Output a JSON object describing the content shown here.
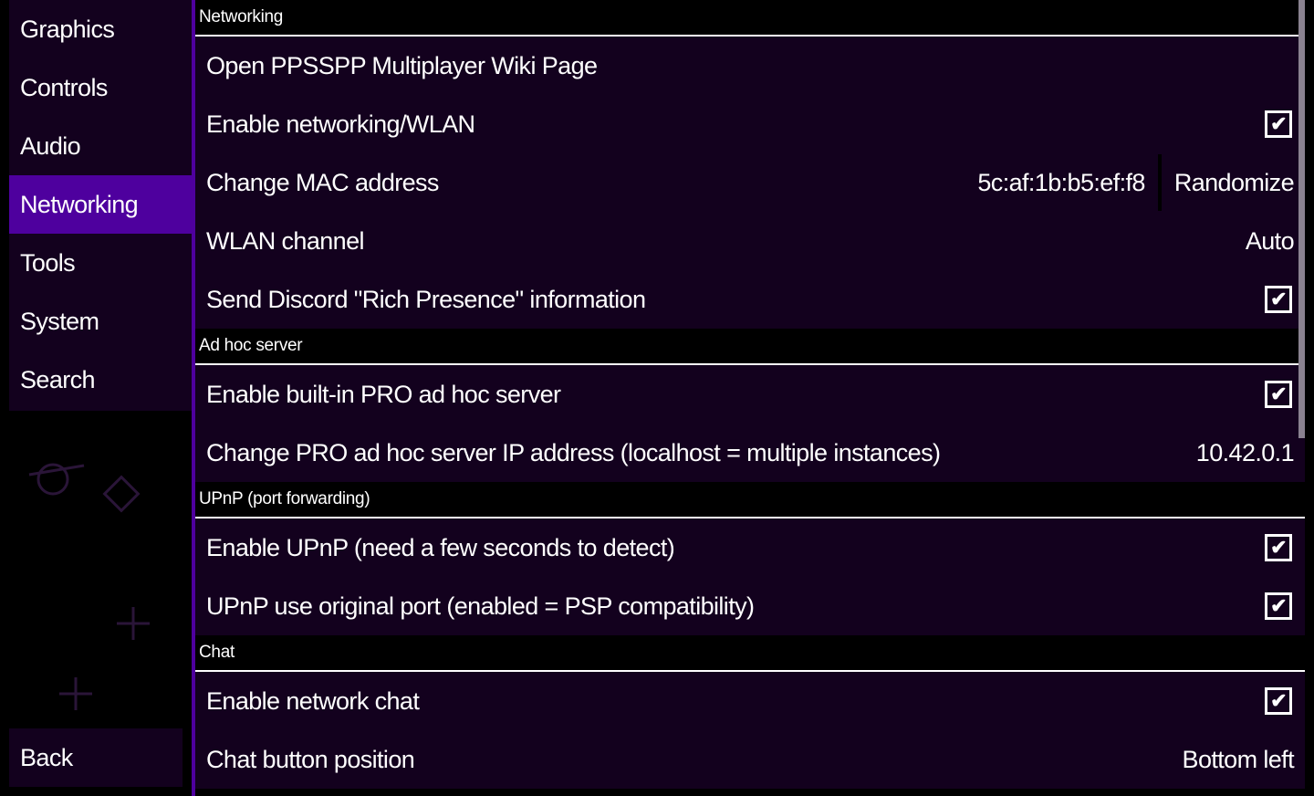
{
  "sidebar": {
    "items": [
      {
        "label": "Graphics"
      },
      {
        "label": "Controls"
      },
      {
        "label": "Audio"
      },
      {
        "label": "Networking",
        "selected": true
      },
      {
        "label": "Tools"
      },
      {
        "label": "System"
      },
      {
        "label": "Search"
      }
    ],
    "back_label": "Back"
  },
  "sections": [
    {
      "title": "Networking",
      "rows": [
        {
          "label": "Open PPSSPP Multiplayer Wiki Page"
        },
        {
          "label": "Enable networking/WLAN",
          "checked": true
        },
        {
          "label": "Change MAC address",
          "value": "5c:af:1b:b5:ef:f8",
          "button": "Randomize"
        },
        {
          "label": "WLAN channel",
          "value": "Auto"
        },
        {
          "label": "Send Discord \"Rich Presence\" information",
          "checked": true
        }
      ]
    },
    {
      "title": "Ad hoc server",
      "rows": [
        {
          "label": "Enable built-in PRO ad hoc server",
          "checked": true
        },
        {
          "label": "Change PRO ad hoc server IP address (localhost = multiple instances)",
          "value": "10.42.0.1"
        }
      ]
    },
    {
      "title": "UPnP (port forwarding)",
      "rows": [
        {
          "label": "Enable UPnP (need a few seconds to detect)",
          "checked": true
        },
        {
          "label": "UPnP use original port (enabled = PSP compatibility)",
          "checked": true
        }
      ]
    },
    {
      "title": "Chat",
      "rows": [
        {
          "label": "Enable network chat",
          "checked": true
        },
        {
          "label": "Chat button position",
          "value": "Bottom left"
        }
      ]
    }
  ],
  "checkmark": "✔",
  "colors": {
    "accent": "#4e009e",
    "panel": "#13011e"
  }
}
